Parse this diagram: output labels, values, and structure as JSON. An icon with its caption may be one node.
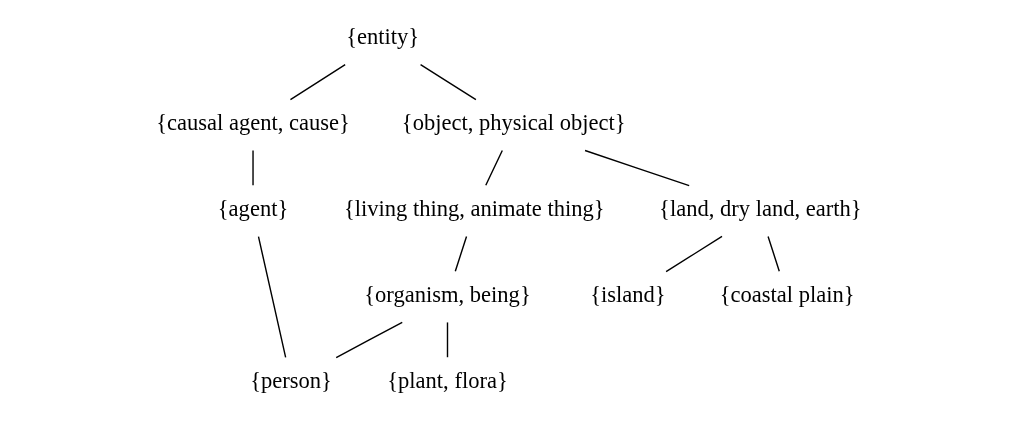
{
  "diagram": {
    "nodes": [
      {
        "text": [
          "{entity}"
        ]
      },
      {
        "text": [
          "{causal agent, cause}"
        ]
      },
      {
        "text": [
          "{object, physical object}"
        ]
      },
      {
        "text": [
          "{agent}"
        ]
      },
      {
        "text": [
          "{living thing, animate thing}"
        ]
      },
      {
        "text": [
          "{land, dry land, earth}"
        ]
      },
      {
        "text": [
          "{organism, being}"
        ]
      },
      {
        "text": [
          "{island}"
        ]
      },
      {
        "text": [
          "{coastal plain}"
        ]
      },
      {
        "text": [
          "{person}"
        ]
      },
      {
        "text": [
          "{plant, flora}"
        ]
      }
    ],
    "edges": [
      {
        "from": 0,
        "to": 1,
        "arrow": "none"
      },
      {
        "from": 0,
        "to": 2,
        "arrow": "none"
      },
      {
        "from": 1,
        "to": 3,
        "arrow": "none"
      },
      {
        "from": 2,
        "to": 4,
        "arrow": "none"
      },
      {
        "from": 2,
        "to": 5,
        "arrow": "none"
      },
      {
        "from": 4,
        "to": 6,
        "arrow": "none"
      },
      {
        "from": 5,
        "to": 7,
        "arrow": "none"
      },
      {
        "from": 5,
        "to": 8,
        "arrow": "none"
      },
      {
        "from": 3,
        "to": 9,
        "arrow": "none"
      },
      {
        "from": 6,
        "to": 9,
        "arrow": "none"
      },
      {
        "from": 6,
        "to": 10,
        "arrow": "none"
      }
    ]
  }
}
